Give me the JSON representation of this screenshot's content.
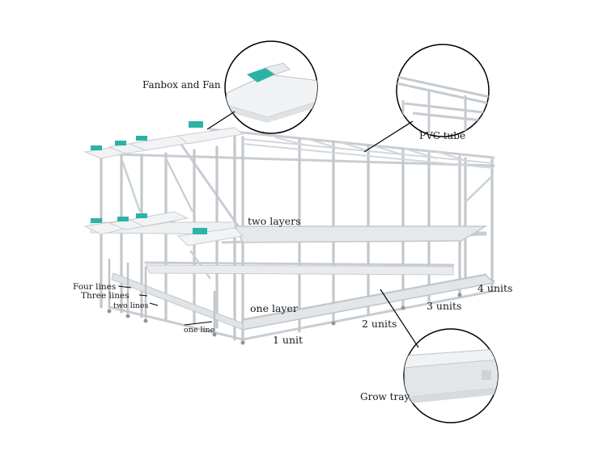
{
  "labels": {
    "fanbox_and_fan": "Fanbox and Fan",
    "pvc_tube": "PVC tube",
    "two_layers": "two layers",
    "one_layer": "one layer",
    "four_lines": "Four lines",
    "three_lines": "Three lines",
    "two_lines": "two lines",
    "one_line": "one line",
    "unit_1": "1 unit",
    "units_2": "2 units",
    "units_3": "3 units",
    "units_4": "4 units",
    "grow_tray": "Grow tray"
  },
  "colors": {
    "frame": "#c9cdd2",
    "frame_dark": "#9aa1a8",
    "tray": "#e6e8ea",
    "fan_teal": "#2bb3a6",
    "callout_line": "#000000"
  },
  "icons": {
    "fanbox": "fanbox-icon",
    "wheel": "wheel-icon"
  }
}
